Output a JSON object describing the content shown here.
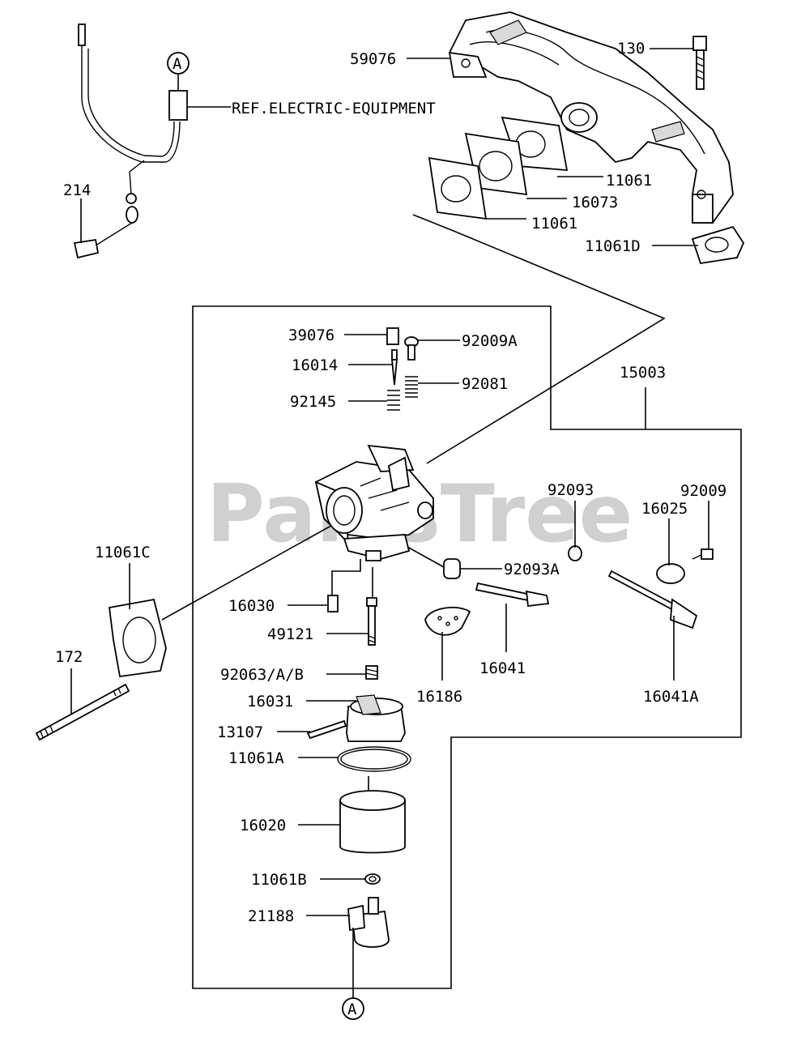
{
  "watermark": "PartsTree",
  "callout_ref": "A",
  "labels": {
    "p59076": "59076",
    "p130": "130",
    "ref_electric": "REF.ELECTRIC-EQUIPMENT",
    "p214": "214",
    "p11061_a": "11061",
    "p16073": "16073",
    "p11061_b": "11061",
    "p11061D": "11061D",
    "p39076": "39076",
    "p92009A": "92009A",
    "p16014": "16014",
    "p92081": "92081",
    "p92145": "92145",
    "p15003": "15003",
    "p92093": "92093",
    "p92009": "92009",
    "p16025": "16025",
    "p11061C": "11061C",
    "p92093A": "92093A",
    "p16030": "16030",
    "p49121": "49121",
    "p16041": "16041",
    "p16186": "16186",
    "p16041A": "16041A",
    "p172": "172",
    "p92063": "92063/A/B",
    "p16031": "16031",
    "p13107": "13107",
    "p11061A": "11061A",
    "p16020": "16020",
    "p11061B": "11061B",
    "p21188": "21188"
  }
}
